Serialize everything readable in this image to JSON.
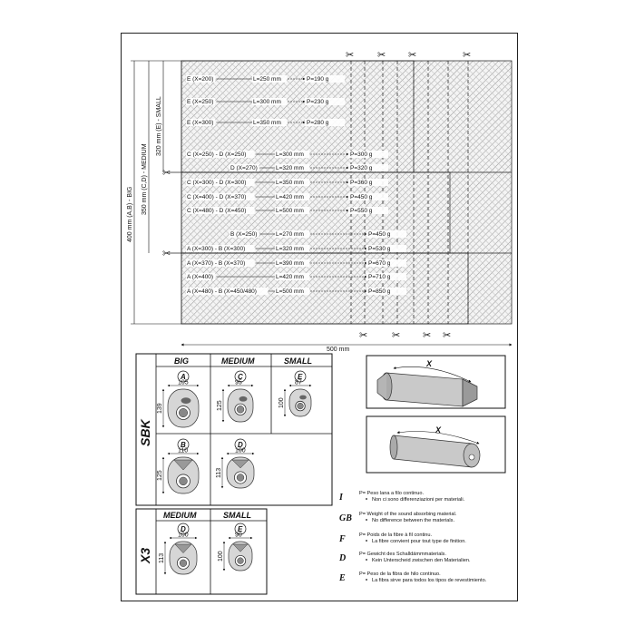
{
  "cut_diagram": {
    "vertical_labels": [
      "400 mm (A,B) - BIG",
      "350 mm (C,D) - MEDIUM",
      "320 mm (E) - SMALL"
    ],
    "width_label": "500 mm",
    "rows": [
      {
        "left": "E (X=200)",
        "length": "L=250 mm",
        "weight": "P=190 g"
      },
      {
        "left": "E (X=250)",
        "length": "L=300 mm",
        "weight": "P=230 g"
      },
      {
        "left": "E (X=300)",
        "length": "L=350 mm",
        "weight": "P=280 g"
      },
      {
        "left": "C (X=250) - D (X=250)",
        "length": "L=300 mm",
        "weight": "P=300 g"
      },
      {
        "left": "D (X=270)",
        "length": "L=320 mm",
        "weight": "P=320 g"
      },
      {
        "left": "C (X=300) - D (X=300)",
        "length": "L=350 mm",
        "weight": "P=360 g"
      },
      {
        "left": "C (X=400) - D (X=370)",
        "length": "L=420 mm",
        "weight": "P=450 g"
      },
      {
        "left": "C (X=480) - D (X=450)",
        "length": "L=500 mm",
        "weight": "P=550 g"
      },
      {
        "left": "B (X=250)",
        "length": "L=270 mm",
        "weight": "P=450 g"
      },
      {
        "left": "A (X=300) - B (X=300)",
        "length": "L=320 mm",
        "weight": "P=530 g"
      },
      {
        "left": "A (X=370) - B (X=370)",
        "length": "L=390 mm",
        "weight": "P=670 g"
      },
      {
        "left": "A (X=400)",
        "length": "L=420 mm",
        "weight": "P=710 g"
      },
      {
        "left": "A (X=480) - B (X=450/480)",
        "length": "L=500 mm",
        "weight": "P=850 g"
      }
    ]
  },
  "profiles": {
    "sbk_label": "SBK",
    "x3_label": "X3",
    "headers": {
      "big": "BIG",
      "medium": "MEDIUM",
      "small": "SMALL"
    },
    "x3_headers": {
      "medium": "MEDIUM",
      "small": "SMALL"
    },
    "a": {
      "letter": "A",
      "width": "105",
      "height": "139"
    },
    "c": {
      "letter": "C",
      "width": "95",
      "height": "125"
    },
    "e": {
      "letter": "E",
      "width": "87",
      "height": "100"
    },
    "b": {
      "letter": "B",
      "width": "110",
      "height": "125"
    },
    "d": {
      "letter": "D",
      "width": "100",
      "height": "113"
    },
    "x3d": {
      "letter": "D",
      "width": "100",
      "height": "113"
    },
    "x3e": {
      "letter": "E",
      "width": "90",
      "height": "100"
    }
  },
  "silencer": {
    "x_label": "X"
  },
  "legend": [
    {
      "code": "I",
      "line1": "P= Peso lana a filo continuo.",
      "line2": "Non ci sono differenziazioni per materiali."
    },
    {
      "code": "GB",
      "line1": "P= Weight of the sound absorbing material.",
      "line2": "No difference between the materials."
    },
    {
      "code": "F",
      "line1": "P= Poids de la fibre à fil continu.",
      "line2": "La fibre convient pour tout type de finition."
    },
    {
      "code": "D",
      "line1": "P= Gewicht des Schalldämmmaterials.",
      "line2": "Kein Unterscheid zwischen den Materialien."
    },
    {
      "code": "E",
      "line1": "P= Peso de la fibra de hilo continuo.",
      "line2": "La fibra sirve para todos los tipos de revestimiento."
    }
  ]
}
